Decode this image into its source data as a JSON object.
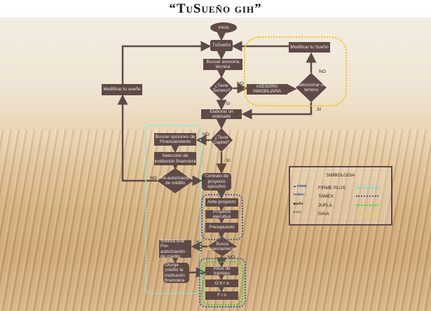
{
  "title": "“TuSueño gih”",
  "nodes": {
    "inicio": "Inicio",
    "tusueno": "TuSueño",
    "buscar_asesoria": "Buscar asesoría técnica",
    "tiene_terreno": "¿Tiene Terreno?",
    "asesoria_inmobiliaria": "ASESORÍA INMOBILIARIA",
    "seleccionar_terreno": "Seleccionar un terreno",
    "modificar_right": "Modificar tu Sueño",
    "modificar_left": "Modificar tu sueño",
    "elaborar_estimado": "Elaborar un estimado",
    "tiene_capital": "¿Tiene Capital?",
    "buscar_opciones": "Buscar opciones de Financiamiento",
    "seleccion_institucion": "Selección de institución financiera",
    "preautorizacion": "Pre-autorización de crédito",
    "contrato": "Contrato de proyecto ejecutivo",
    "anteproyecto": "Ante-proyecto",
    "proyecto_ejecutivo": "Proyecto ejecutivo",
    "presupuesto": "Presupuesto",
    "busca_financiamiento": "Busca financiamiento",
    "solicita": "Solicita una Pre-autorización de crédito",
    "otorga": "Otorga crédito la institución financiera",
    "inicio_tramites": "Inicio de trámites",
    "obra": "O b r a",
    "fin": "F i n"
  },
  "edge_labels": {
    "no": "NO",
    "si": "SI"
  },
  "legend": {
    "title": "SIMBOLOGIA",
    "items": [
      {
        "name": "FIRME PLUS",
        "color": "#3fe6f0"
      },
      {
        "name": "TAMEX",
        "color": "#3b5fb0"
      },
      {
        "name": "JUFLA",
        "color": "#2ee02e"
      },
      {
        "name": "GAIA",
        "color": "#f5d800"
      }
    ]
  },
  "colors": {
    "node": "#5e4a46",
    "line": "#5e4a46"
  }
}
